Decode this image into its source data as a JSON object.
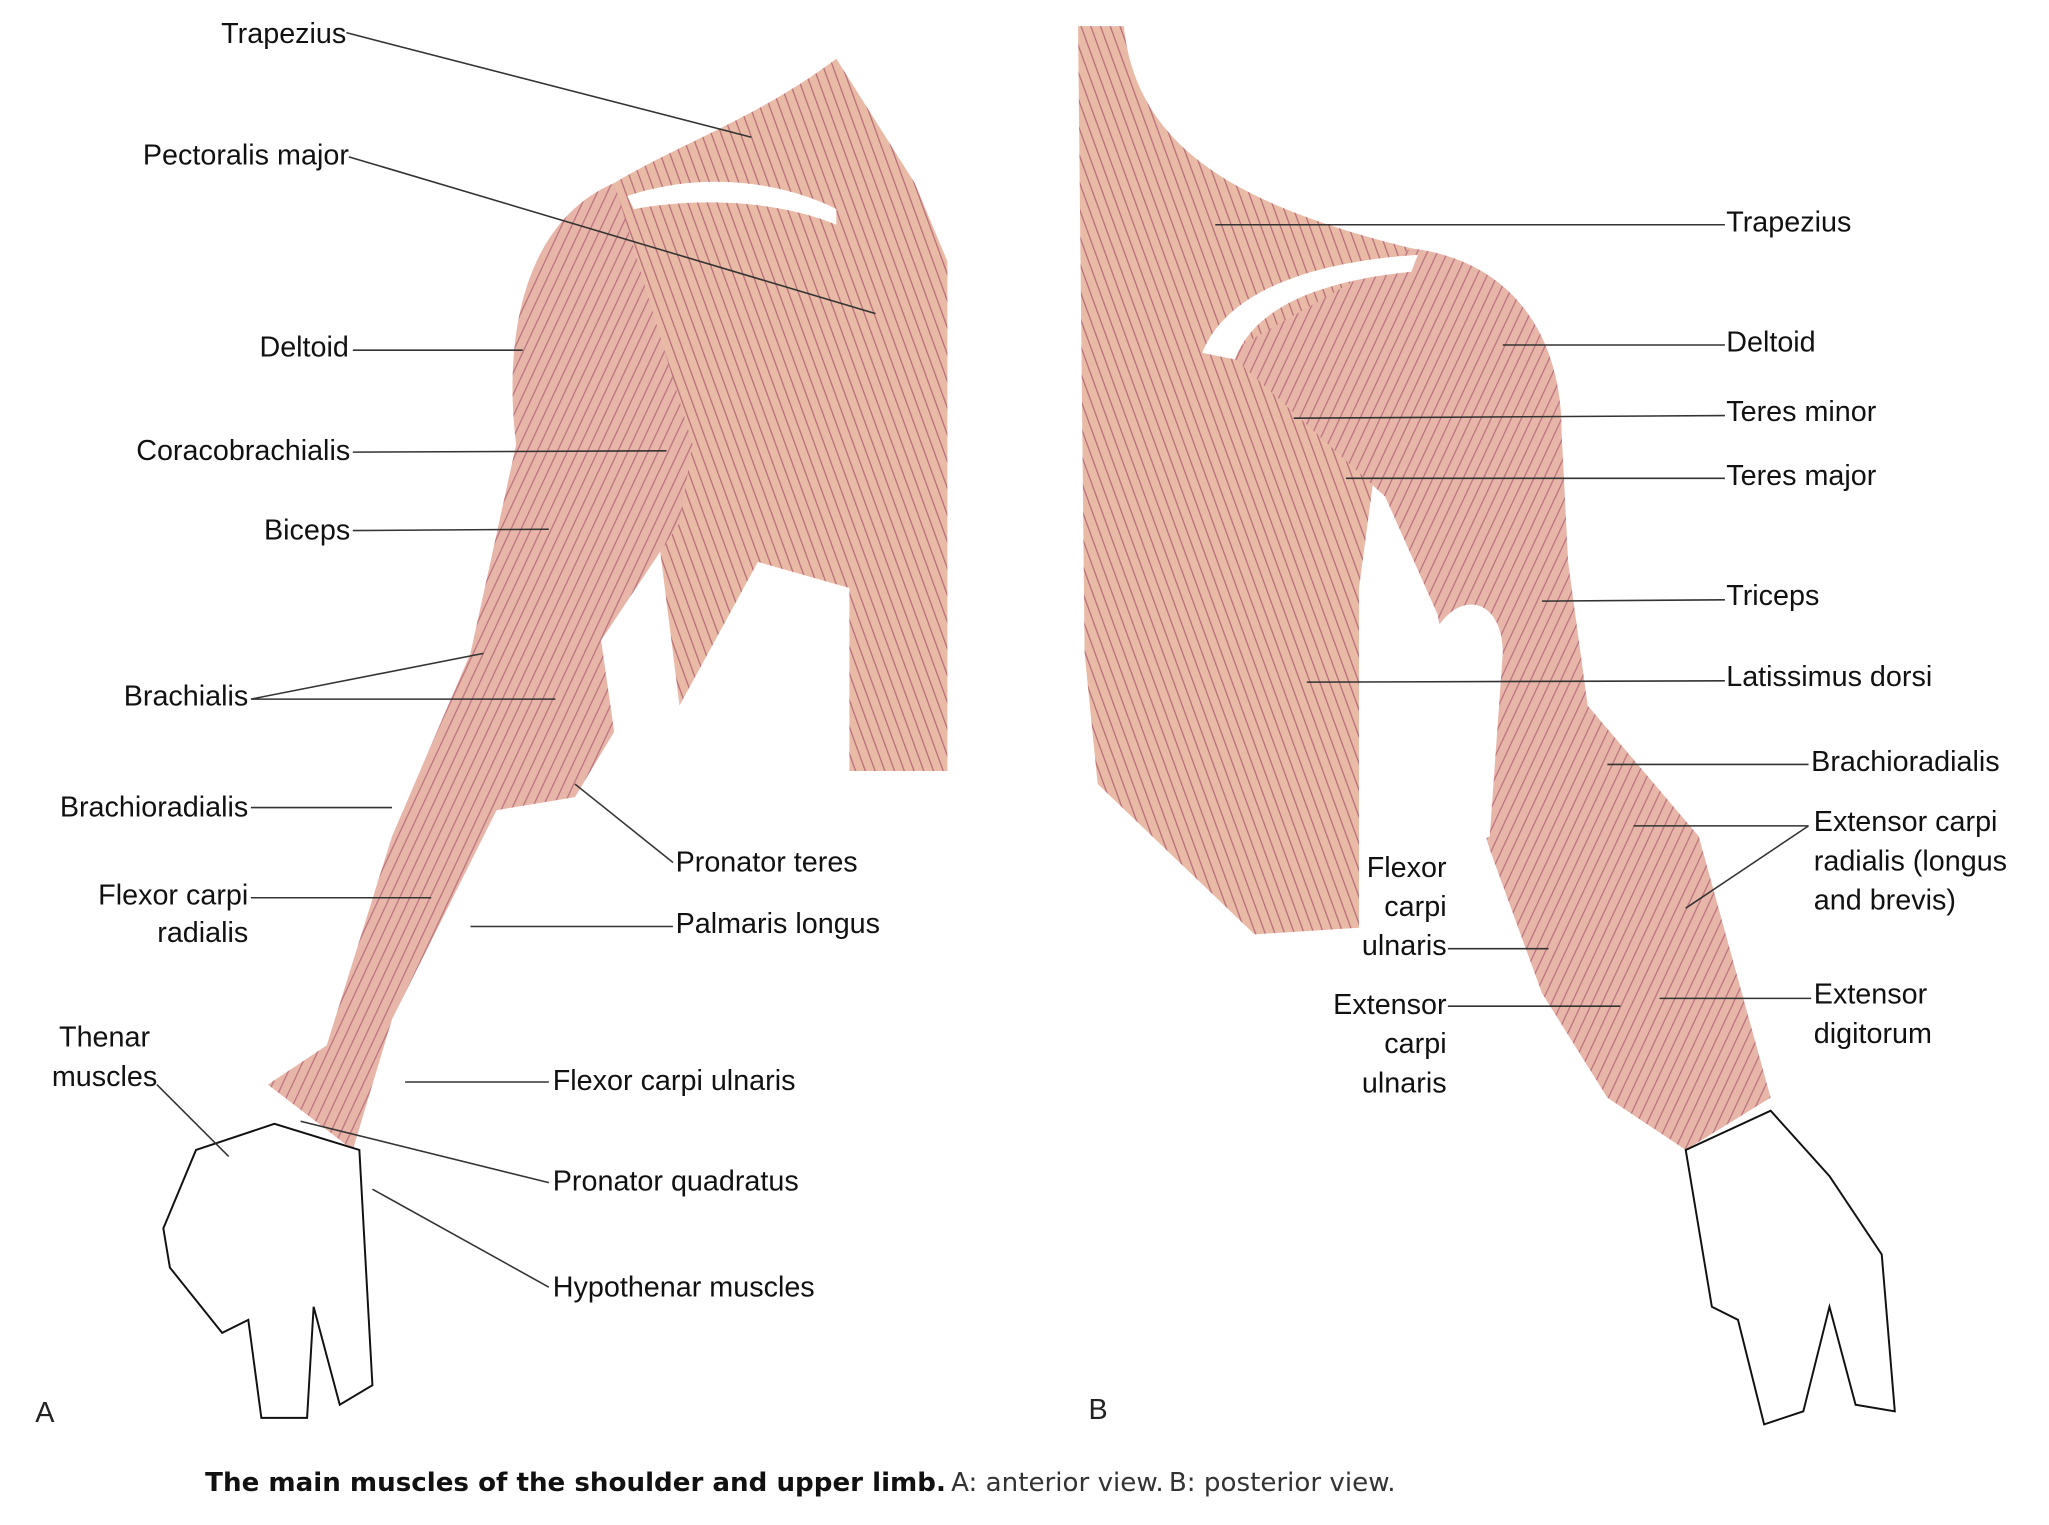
{
  "figure": {
    "view_a_letter": "A",
    "view_b_letter": "B",
    "caption_bold": "The main muscles of the shoulder and upper limb.",
    "caption_a_key": "A:",
    "caption_a_text": " anterior view.",
    "caption_b_key": "B:",
    "caption_b_text": " posterior view.",
    "colors": {
      "muscle": "#e6b2a6",
      "fiber": "#b86f7a",
      "tint": "#f1cf8f"
    }
  },
  "anterior_labels": {
    "trapezius": "Trapezius",
    "pectoralis_major": "Pectoralis major",
    "deltoid": "Deltoid",
    "coracobrachialis": "Coracobrachialis",
    "biceps": "Biceps",
    "brachialis": "Brachialis",
    "brachioradialis": "Brachioradialis",
    "flexor_carpi_radialis_1": "Flexor carpi",
    "flexor_carpi_radialis_2": "radialis",
    "thenar_1": "Thenar",
    "thenar_2": "muscles",
    "pronator_teres": "Pronator teres",
    "palmaris_longus": "Palmaris longus",
    "flexor_carpi_ulnaris": "Flexor carpi ulnaris",
    "pronator_quadratus": "Pronator quadratus",
    "hypothenar": "Hypothenar muscles"
  },
  "posterior_labels": {
    "trapezius": "Trapezius",
    "deltoid": "Deltoid",
    "teres_minor": "Teres minor",
    "teres_major": "Teres major",
    "triceps": "Triceps",
    "latissimus_dorsi": "Latissimus dorsi",
    "brachioradialis": "Brachioradialis",
    "ecr_1": "Extensor carpi",
    "ecr_2": "radialis (longus",
    "ecr_3": "and brevis)",
    "fcu_1": "Flexor",
    "fcu_2": "carpi",
    "fcu_3": "ulnaris",
    "ecu_1": "Extensor",
    "ecu_2": "carpi",
    "ecu_3": "ulnaris",
    "ed_1": "Extensor",
    "ed_2": "digitorum"
  }
}
